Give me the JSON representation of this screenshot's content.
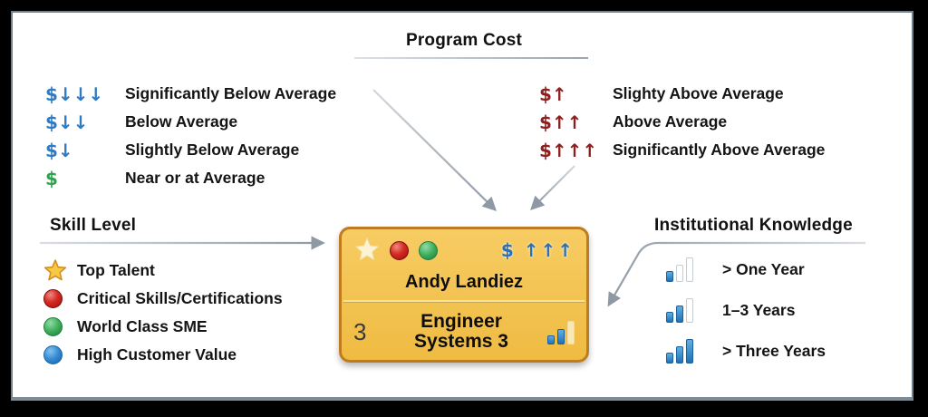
{
  "program_cost": {
    "title": "Program Cost",
    "below": [
      {
        "symbol": "$↓↓↓",
        "label": "Significantly Below Average"
      },
      {
        "symbol": "$↓↓",
        "label": "Below Average"
      },
      {
        "symbol": "$↓",
        "label": "Slightly Below Average"
      },
      {
        "symbol": "$",
        "label": "Near or at Average"
      }
    ],
    "above": [
      {
        "symbol": "$↑",
        "label": "Slighty Above Average"
      },
      {
        "symbol": "$↑↑",
        "label": "Above Average"
      },
      {
        "symbol": "$↑↑↑",
        "label": "Significantly Above Average"
      }
    ]
  },
  "skill_level": {
    "title": "Skill Level",
    "items": [
      {
        "icon": "star-icon",
        "label": "Top Talent"
      },
      {
        "icon": "red-circle-icon",
        "label": "Critical Skills/Certifications"
      },
      {
        "icon": "green-circle-icon",
        "label": "World Class SME"
      },
      {
        "icon": "blue-circle-icon",
        "label": "High Customer Value"
      }
    ]
  },
  "institutional_knowledge": {
    "title": "Institutional Knowledge",
    "items": [
      {
        "icon": "bars-1-filled-icon",
        "label": "> One Year"
      },
      {
        "icon": "bars-2-filled-icon",
        "label": "1–3 Years"
      },
      {
        "icon": "bars-3-filled-icon",
        "label": "> Three Years"
      }
    ]
  },
  "card": {
    "name": "Andy Landiez",
    "level": "3",
    "title_line1": "Engineer",
    "title_line2": "Systems 3",
    "cost_indicator": "$ ↑↑↑",
    "knowledge_icon": "bars-2-filled-icon",
    "skill_icons": [
      "star-icon",
      "red-circle-icon",
      "green-circle-icon"
    ]
  },
  "colors": {
    "cost_below_blue": "#2E7BC4",
    "cost_near_green": "#2FA14E",
    "cost_above_red": "#8E1E1E",
    "card_cost_blue": "#2A6FB8",
    "card_background": "#F4C351",
    "card_border": "#BE7C1E",
    "bar_blue": "#2B7FC2",
    "arrow_gray": "#8E99A5",
    "panel_border_gray": "#72828E"
  }
}
